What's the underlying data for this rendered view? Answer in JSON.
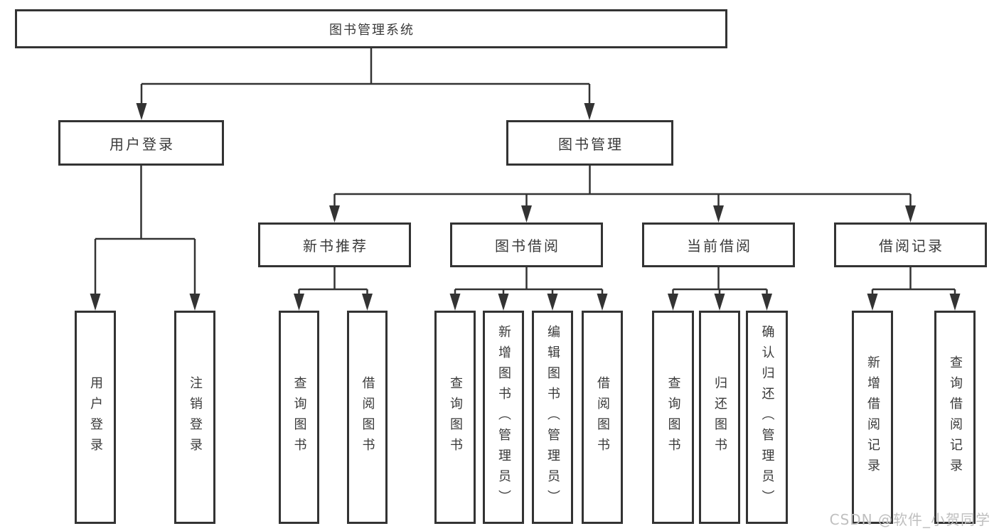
{
  "tree": {
    "root": {
      "label": "图书管理系统",
      "children": [
        {
          "label": "用户登录",
          "children": [
            {
              "label": "用户登录"
            },
            {
              "label": "注销登录"
            }
          ]
        },
        {
          "label": "图书管理",
          "children": [
            {
              "label": "新书推荐",
              "children": [
                {
                  "label": "查询图书"
                },
                {
                  "label": "借阅图书"
                }
              ]
            },
            {
              "label": "图书借阅",
              "children": [
                {
                  "label": "查询图书"
                },
                {
                  "label": "新增图书（管理员）"
                },
                {
                  "label": "编辑图书（管理员）"
                },
                {
                  "label": "借阅图书"
                }
              ]
            },
            {
              "label": "当前借阅",
              "children": [
                {
                  "label": "查询图书"
                },
                {
                  "label": "归还图书"
                },
                {
                  "label": "确认归还（管理员）"
                }
              ]
            },
            {
              "label": "借阅记录",
              "children": [
                {
                  "label": "新增借阅记录"
                },
                {
                  "label": "查询借阅记录"
                }
              ]
            }
          ]
        }
      ]
    }
  },
  "watermark": {
    "text": "CSDN @软件_小贺同学"
  },
  "colors": {
    "line": "#333333",
    "box_border": "#333333",
    "text": "#3a3a3a",
    "background": "#ffffff",
    "watermark": "#bfbfbf"
  }
}
